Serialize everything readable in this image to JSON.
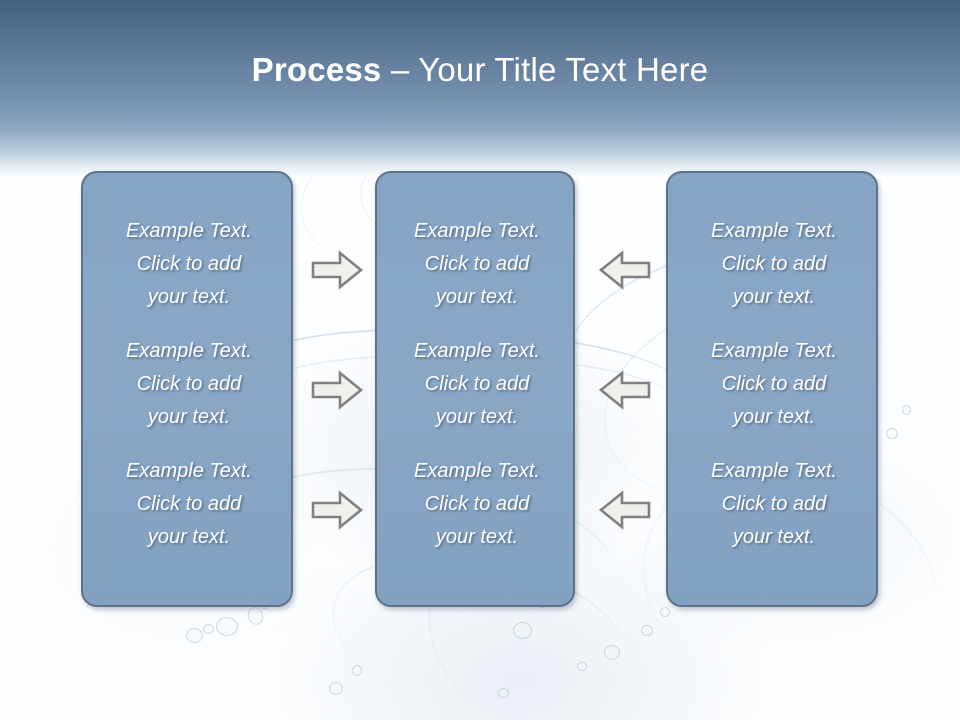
{
  "slide": {
    "title_strong": "Process",
    "title_light": " – Your Title Text Here",
    "background": "water-splash-photo",
    "colors": {
      "header_top": "#46617f",
      "header_bottom": "#f8fbfd",
      "box_fill": "#88a5c5",
      "box_border": "#5d7288",
      "box_text": "#ffffff",
      "arrow_fill": "#f2f0ed",
      "arrow_stroke": "#808080"
    }
  },
  "columns": [
    {
      "name": "column-1",
      "cells": [
        {
          "line1": "Example Text.",
          "line2": "Click  to add",
          "line3": "your text."
        },
        {
          "line1": "Example Text.",
          "line2": "Click  to add",
          "line3": "your text."
        },
        {
          "line1": "Example Text.",
          "line2": "Click  to add",
          "line3": "your text."
        }
      ]
    },
    {
      "name": "column-2",
      "cells": [
        {
          "line1": "Example Text.",
          "line2": "Click  to add",
          "line3": "your text."
        },
        {
          "line1": "Example Text.",
          "line2": "Click  to add",
          "line3": "your text."
        },
        {
          "line1": "Example Text.",
          "line2": "Click  to add",
          "line3": "your text."
        }
      ]
    },
    {
      "name": "column-3",
      "cells": [
        {
          "line1": "Example Text.",
          "line2": "Click  to add",
          "line3": "your text."
        },
        {
          "line1": "Example Text.",
          "line2": "Click  to add",
          "line3": "your text."
        },
        {
          "line1": "Example Text.",
          "line2": "Click  to add",
          "line3": "your text."
        }
      ]
    }
  ],
  "connectors": {
    "left_group_direction": "right",
    "right_group_direction": "left",
    "left_icon": "arrow-right-icon",
    "right_icon": "arrow-left-icon",
    "rows": 3
  }
}
